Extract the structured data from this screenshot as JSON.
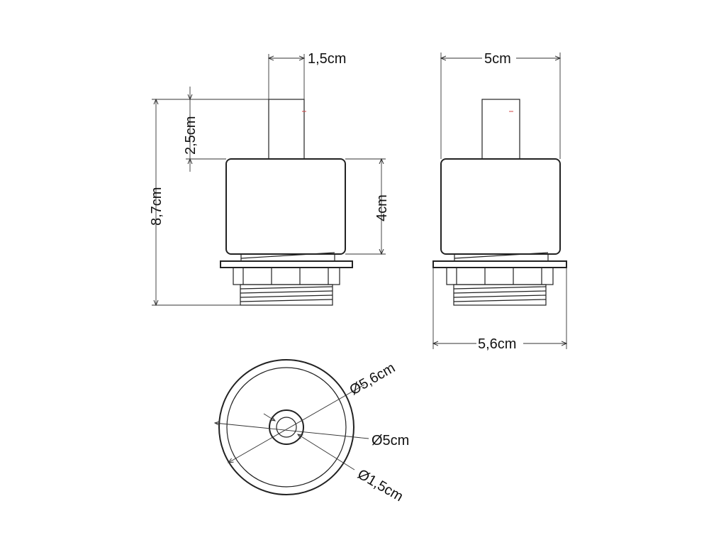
{
  "dimensions": {
    "pin_width": "1,5cm",
    "top_width": "5cm",
    "pin_height": "2,5cm",
    "total_height": "8,7cm",
    "body_height": "4cm",
    "base_width": "5,6cm",
    "outer_diameter": "Ø5,6cm",
    "middle_diameter": "Ø5cm",
    "inner_diameter": "Ø1,5cm"
  }
}
